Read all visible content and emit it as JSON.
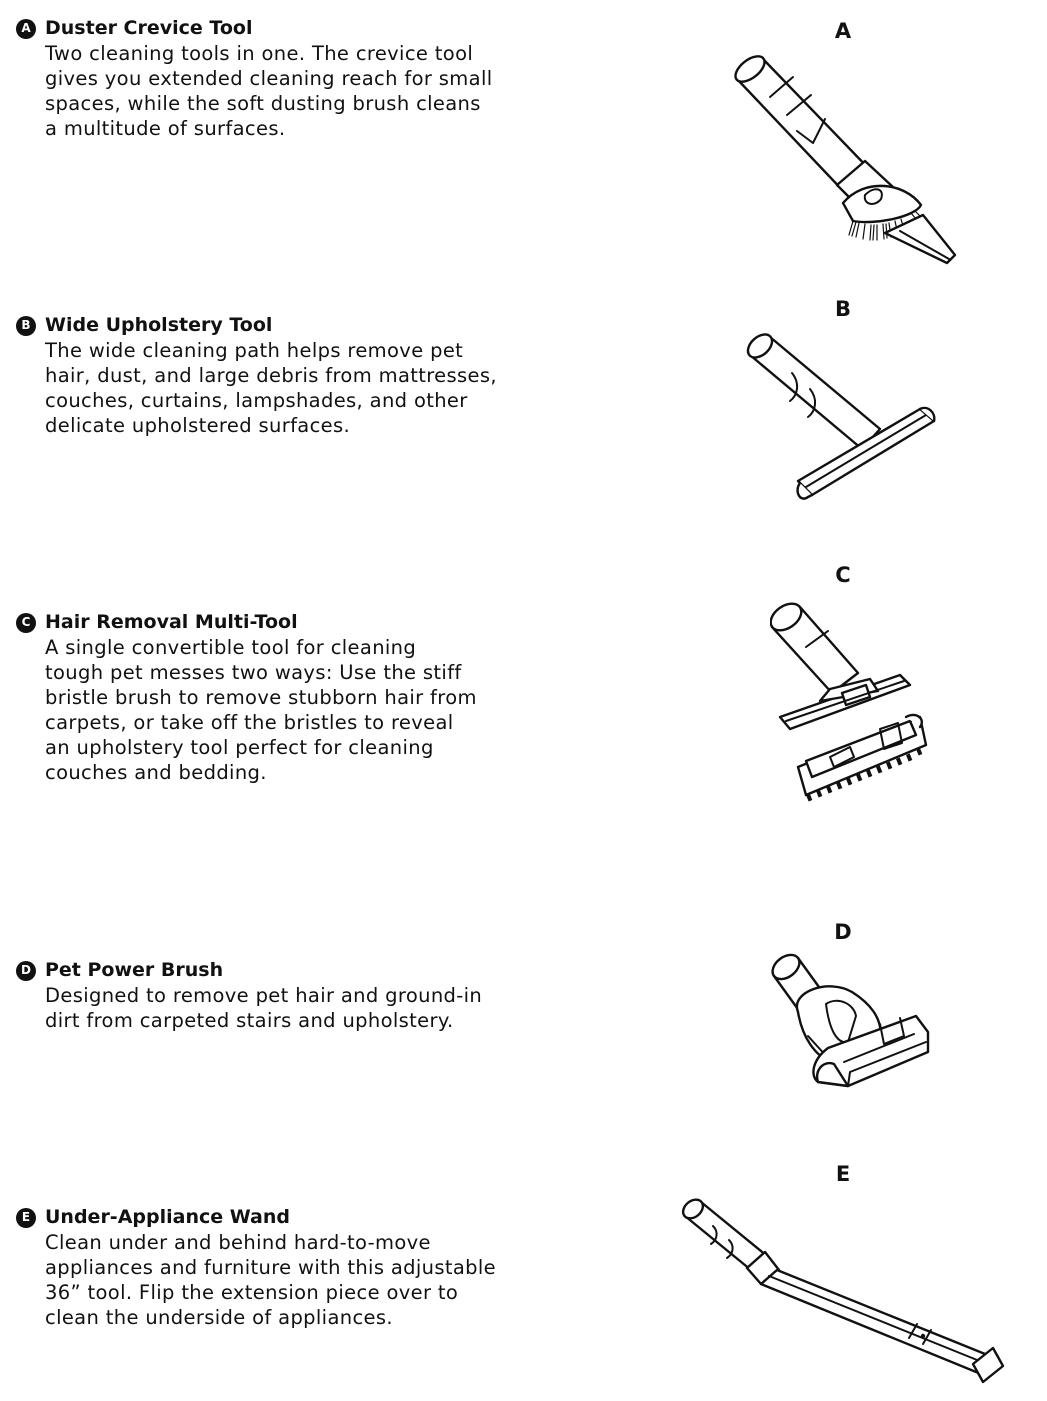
{
  "tools": [
    {
      "badge": "A",
      "title": "Duster Crevice Tool",
      "lines": [
        "Two cleaning tools in one. The crevice tool",
        "gives you extended cleaning reach for small",
        "spaces, while the soft dusting brush cleans",
        "a multitude of surfaces."
      ],
      "figure_label": "A",
      "icon": "duster-crevice-tool-illustration"
    },
    {
      "badge": "B",
      "title": "Wide Upholstery Tool",
      "lines": [
        "The wide cleaning path helps remove pet",
        "hair, dust, and large debris from mattresses,",
        "couches, curtains, lampshades, and other",
        "delicate upholstered surfaces."
      ],
      "figure_label": "B",
      "icon": "wide-upholstery-tool-illustration"
    },
    {
      "badge": "C",
      "title": "Hair Removal Multi-Tool",
      "lines": [
        "A single convertible tool for cleaning",
        "tough pet messes two ways: Use the stiff",
        "bristle brush to remove stubborn hair from",
        "carpets, or take off the bristles to reveal",
        "an upholstery tool perfect for cleaning",
        "couches and bedding."
      ],
      "figure_label": "C",
      "icon": "hair-removal-multi-tool-illustration"
    },
    {
      "badge": "D",
      "title": "Pet Power Brush",
      "lines": [
        "Designed to remove pet hair and ground-in",
        "dirt from carpeted stairs and upholstery."
      ],
      "figure_label": "D",
      "icon": "pet-power-brush-illustration"
    },
    {
      "badge": "E",
      "title": "Under-Appliance Wand",
      "lines": [
        "Clean under and behind hard-to-move",
        "appliances and furniture with this adjustable",
        "36” tool. Flip the extension piece over to",
        "clean the underside of appliances."
      ],
      "figure_label": "E",
      "icon": "under-appliance-wand-illustration"
    }
  ]
}
